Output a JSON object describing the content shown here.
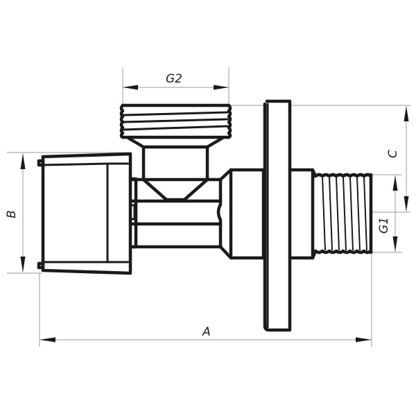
{
  "drawing": {
    "subject": "angle valve technical drawing",
    "line_color": "#1a1a1a",
    "dimension_line_color": "#9a9a9a",
    "background": "#ffffff"
  },
  "dimensions": {
    "A": {
      "label": "A",
      "orientation": "horizontal",
      "description": "overall length"
    },
    "B": {
      "label": "B",
      "orientation": "vertical",
      "description": "handle height"
    },
    "C": {
      "label": "C",
      "orientation": "vertical",
      "description": "outlet axis to top"
    },
    "G1": {
      "label": "G1",
      "orientation": "vertical",
      "description": "inlet thread size"
    },
    "G2": {
      "label": "G2",
      "orientation": "horizontal",
      "description": "outlet thread size"
    }
  }
}
